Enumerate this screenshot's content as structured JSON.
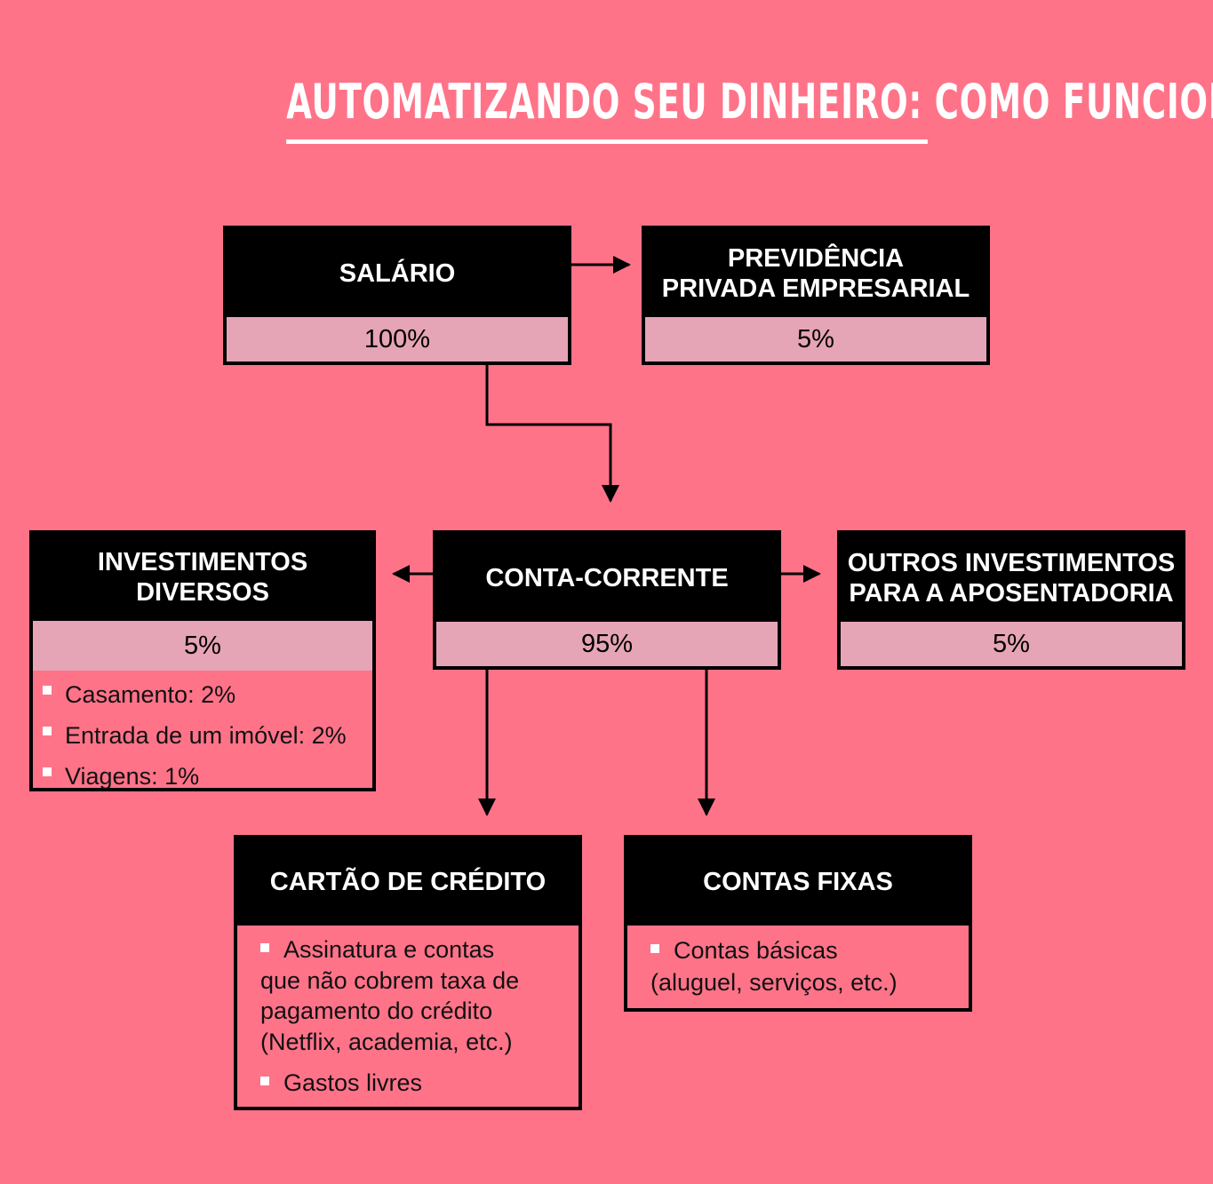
{
  "title": "AUTOMATIZANDO SEU DINHEIRO: COMO FUNCIONA",
  "colors": {
    "background": "#ff7389",
    "header": "#000000",
    "percent_band": "#e6a4b7",
    "text_light": "#ffffff"
  },
  "nodes": {
    "salario": {
      "title_lines": [
        "SALÁRIO"
      ],
      "percent": "100%"
    },
    "previdencia": {
      "title_lines": [
        "PREVIDÊNCIA",
        "PRIVADA EMPRESARIAL"
      ],
      "percent": "5%"
    },
    "conta_corrente": {
      "title_lines": [
        "CONTA-CORRENTE"
      ],
      "percent": "95%"
    },
    "investimentos": {
      "title_lines": [
        "INVESTIMENTOS",
        "DIVERSOS"
      ],
      "percent": "5%",
      "items": [
        "Casamento: 2%",
        "Entrada de um imóvel: 2%",
        "Viagens: 1%"
      ]
    },
    "outros": {
      "title_lines": [
        "OUTROS INVESTIMENTOS",
        "PARA A APOSENTADORIA"
      ],
      "percent": "5%"
    },
    "cartao": {
      "title_lines": [
        "CARTÃO DE CRÉDITO"
      ],
      "items": [
        [
          "Assinatura e contas",
          "que não cobrem taxa de",
          "pagamento do crédito",
          "(Netflix, academia, etc.)"
        ],
        [
          "Gastos livres"
        ]
      ]
    },
    "contas_fixas": {
      "title_lines": [
        "CONTAS FIXAS"
      ],
      "items": [
        [
          "Contas básicas",
          "(aluguel, serviços, etc.)"
        ]
      ]
    }
  }
}
